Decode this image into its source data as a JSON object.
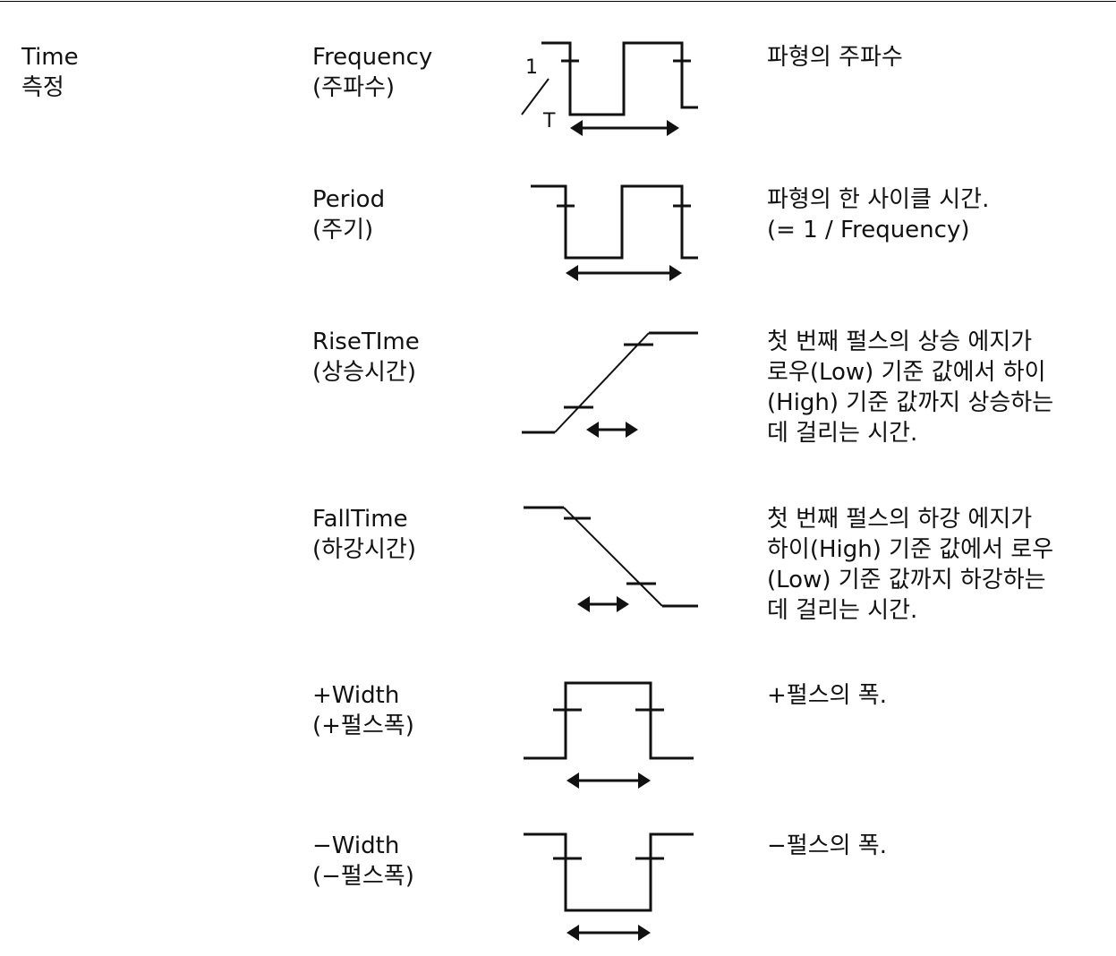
{
  "category": {
    "line1": "Time",
    "line2": "측정"
  },
  "rows": [
    {
      "name": "Frequency",
      "name_ko": "(주파수)",
      "icon": "frequency-waveform-icon",
      "desc": [
        "파형의 주파수"
      ],
      "label_one": "1",
      "label_t": "T"
    },
    {
      "name": "Period",
      "name_ko": "(주기)",
      "icon": "period-waveform-icon",
      "desc": [
        "파형의 한 사이클 시간.",
        "(= 1 / Frequency)"
      ]
    },
    {
      "name": "RiseTIme",
      "name_ko": "(상승시간)",
      "icon": "rise-time-waveform-icon",
      "desc": [
        "첫 번째 펄스의 상승 에지가",
        "로우(Low) 기준 값에서 하이",
        "(High) 기준 값까지 상승하는",
        "데 걸리는 시간."
      ]
    },
    {
      "name": "FallTime",
      "name_ko": "(하강시간)",
      "icon": "fall-time-waveform-icon",
      "desc": [
        "첫 번째 펄스의 하강 에지가",
        "하이(High) 기준 값에서 로우",
        "(Low) 기준 값까지 하강하는",
        "데 걸리는 시간."
      ]
    },
    {
      "name": "+Width",
      "name_ko": "(+펄스폭)",
      "icon": "positive-width-waveform-icon",
      "desc": [
        "+펄스의 폭."
      ]
    },
    {
      "name": "−Width",
      "name_ko": "(−펄스폭)",
      "icon": "negative-width-waveform-icon",
      "desc": [
        "−펄스의 폭."
      ]
    }
  ]
}
